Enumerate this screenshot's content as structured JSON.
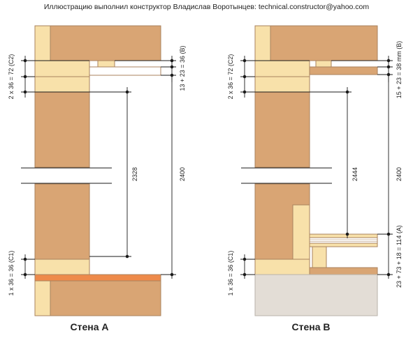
{
  "credit": "Иллюстрацию выполнил конструктор Владислав Воротынцев: technical.constructor@yahoo.com",
  "colors": {
    "brick": "#d9a574",
    "brick_edge": "#a9825e",
    "cream": "#f8e1aa",
    "orange_strip": "#ee8a4a",
    "concrete": "#e3ddd6",
    "dim_line": "#1a1a1a"
  },
  "wall_a": {
    "caption": "Стена A",
    "dims": {
      "top_left": "2 x 36 = 72 (C2)",
      "top_right": "13 + 23 = 36 (B)",
      "inner": "2328",
      "outer": "2400",
      "bottom_left": "1 x 36 = 36 (C1)"
    }
  },
  "wall_b": {
    "caption": "Стена B",
    "dims": {
      "top_left": "2 x 36 = 72 (C2)",
      "top_right": "15 + 23 = 38 mm (B)",
      "inner": "2444",
      "outer": "2400",
      "bottom_left": "1 x 36 = 36 (C1)",
      "bottom_right": "23 + 73 + 18 = 114 (A)"
    }
  }
}
